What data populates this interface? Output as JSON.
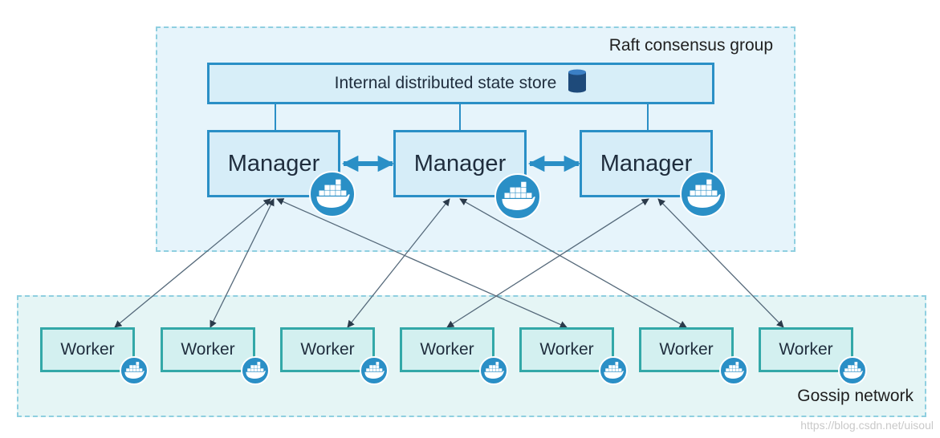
{
  "raft_group": {
    "label": "Raft consensus group"
  },
  "state_store": {
    "label": "Internal distributed state store",
    "icon": "database-icon"
  },
  "managers": [
    {
      "label": "Manager",
      "icon": "docker-whale-icon"
    },
    {
      "label": "Manager",
      "icon": "docker-whale-icon"
    },
    {
      "label": "Manager",
      "icon": "docker-whale-icon"
    }
  ],
  "workers": [
    {
      "label": "Worker",
      "icon": "docker-whale-icon"
    },
    {
      "label": "Worker",
      "icon": "docker-whale-icon"
    },
    {
      "label": "Worker",
      "icon": "docker-whale-icon"
    },
    {
      "label": "Worker",
      "icon": "docker-whale-icon"
    },
    {
      "label": "Worker",
      "icon": "docker-whale-icon"
    },
    {
      "label": "Worker",
      "icon": "docker-whale-icon"
    },
    {
      "label": "Worker",
      "icon": "docker-whale-icon"
    }
  ],
  "gossip_network": {
    "label": "Gossip network"
  },
  "watermark": {
    "text": "https://blog.csdn.net/uisoul"
  },
  "colors": {
    "accent": "#2a8fc6",
    "raft_bg": "#e6f4fb",
    "gossip_bg": "#e5f5f5",
    "worker_border": "#33a8a8"
  }
}
